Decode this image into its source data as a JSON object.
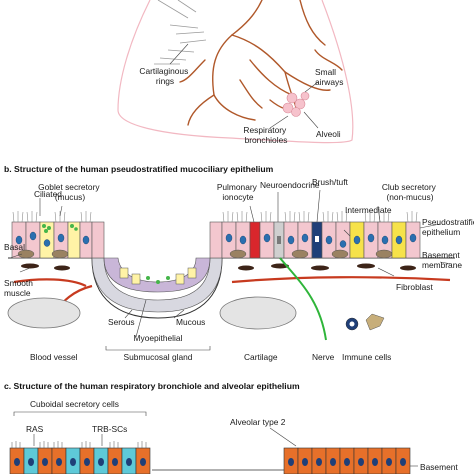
{
  "panel_a": {
    "labels": {
      "cartilaginous_rings": [
        "Cartilaginous",
        "rings"
      ],
      "small_airways": [
        "Small",
        "airways"
      ],
      "respiratory_bronchioles": [
        "Respiratory",
        "bronchioles"
      ],
      "alveoli": "Alveoli"
    }
  },
  "panel_b": {
    "heading": "b. Structure of the human pseudostratified mucociliary epithelium",
    "labels": {
      "ciliated": "Ciliated",
      "goblet": [
        "Goblet secretory",
        "(mucus)"
      ],
      "pulmonary_ionocyte": [
        "Pulmonary",
        "ionocyte"
      ],
      "neuroendocrine": "Neuroendocrine",
      "brush_tuft": "Brush/tuft",
      "club": [
        "Club secretory",
        "(non-mucus)"
      ],
      "intermediate": "Intermediate",
      "pseudostratified": [
        "Pseudostratified",
        "epithelium"
      ],
      "basal": "Basal",
      "basement_membrane": [
        "Basement",
        "membrane"
      ],
      "smooth_muscle": [
        "Smooth",
        "muscle"
      ],
      "fibroblast": "Fibroblast",
      "serous": "Serous",
      "mucous": "Mucous",
      "myoepithelial": "Myoepithelial",
      "submucosal_gland": "Submucosal gland",
      "blood_vessel": "Blood vessel",
      "cartilage": "Cartilage",
      "nerve": "Nerve",
      "immune_cells": "Immune cells"
    }
  },
  "panel_c": {
    "heading": "c. Structure of the human respiratory bronchiole and alveolar epithelium",
    "labels": {
      "cuboidal_secretory": "Cuboidal secretory cells",
      "ras": "RAS",
      "trb_scs": "TRB-SCs",
      "alveolar_type2": "Alveolar type 2",
      "basement": "Basement"
    }
  },
  "colors": {
    "airway": "#b0582a",
    "outline_pink": "#f2b8c2",
    "ciliated": "#f3c7cf",
    "goblet": "#fff3a6",
    "mucus_dots": "#45b54a",
    "basal": "#9a8262",
    "nucleus": "#2a6fb0",
    "ionocyte": "#d9262c",
    "neuroendocrine": "#cfcfcf",
    "brush": "#1f3f78",
    "club": "#f6e24a",
    "smooth_muscle": "#c73a1f",
    "fibroblast": "#3d2418",
    "cartilage": "#e4e4e4",
    "nerve": "#2fb53a",
    "orange_cell": "#e7702a",
    "cyan_cell": "#5ec9d8"
  }
}
